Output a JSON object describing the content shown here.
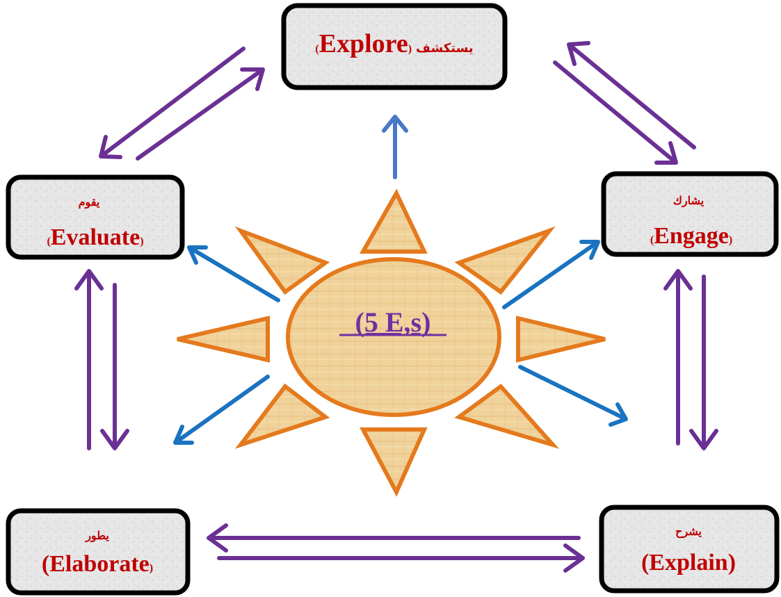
{
  "center": {
    "label": "(5 E,s)"
  },
  "nodes": [
    {
      "id": "explore",
      "arabic": "يستكشف",
      "english": "Explore",
      "open_paren": "(",
      "close_paren": ")",
      "inline": true
    },
    {
      "id": "engage",
      "arabic": "يشارك",
      "english": "Engage",
      "open_paren": "(",
      "close_paren": ")",
      "inline": false
    },
    {
      "id": "explain",
      "arabic": "يشرح",
      "english": "Explain",
      "open_paren": "(",
      "close_paren": ")",
      "inline": false
    },
    {
      "id": "elaborate",
      "arabic": "يطور",
      "english": "Elaborate",
      "open_paren": "(",
      "close_paren": ")",
      "inline": false
    },
    {
      "id": "evaluate",
      "arabic": "يقوم",
      "english": "Evaluate",
      "open_paren": "(",
      "close_paren": ")",
      "inline": false
    }
  ],
  "colors": {
    "box_text": "#c00000",
    "center_text": "#7030a0",
    "purple_arrow": "#6a3094",
    "blue_arrow": "#1a73c0",
    "sun_stroke": "#e47a1d",
    "sun_fill": "#f2d39a",
    "box_fill": "#e4e4e4",
    "box_border": "#000000"
  }
}
